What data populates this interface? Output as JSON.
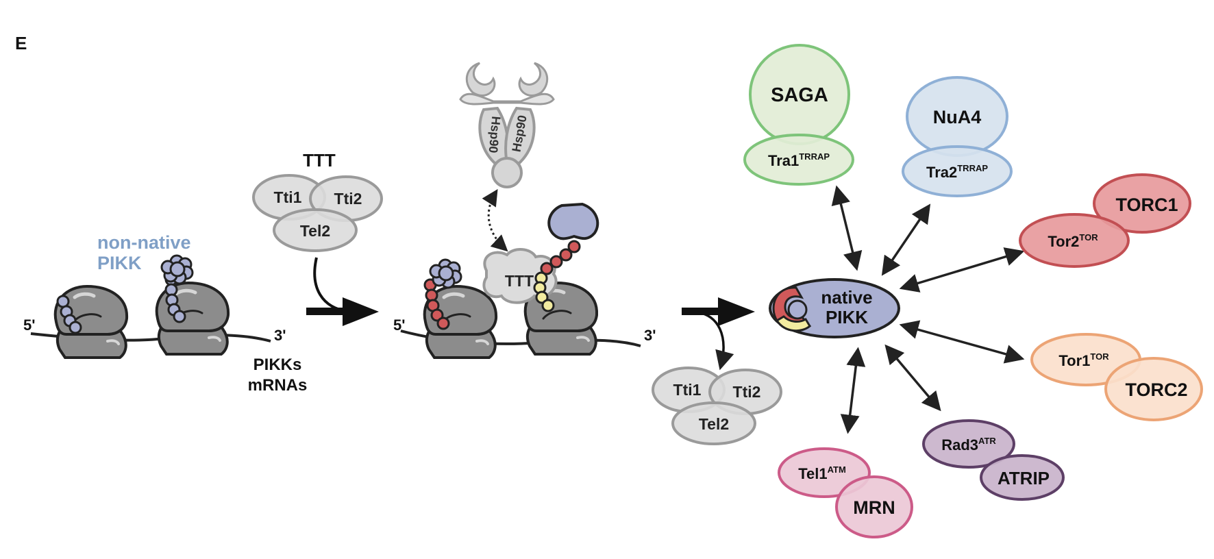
{
  "panel_label": "E",
  "colors": {
    "ribosome": "#8c8c8c",
    "protein_blue": "#aab0d2",
    "chain_red": "#d0595a",
    "chain_yellow": "#f2eba0",
    "ttt_fill": "#dcdcdc",
    "ttt_stroke": "#9a9a9a",
    "label_blue": "#7f9fc6"
  },
  "left": {
    "five_prime": "5'",
    "three_prime": "3'",
    "nonnative_line1": "non-native",
    "nonnative_line2": "PIKK",
    "mrna_line1": "PIKKs",
    "mrna_line2": "mRNAs"
  },
  "ttt_top": {
    "title": "TTT",
    "tti1": "Tti1",
    "tti2": "Tti2",
    "tel2": "Tel2"
  },
  "middle": {
    "five_prime": "5'",
    "three_prime": "3'",
    "ttt_label": "TTT",
    "hsp90_left": "Hsp90",
    "hsp90_right": "Hsp90"
  },
  "ttt_released": {
    "tti1": "Tti1",
    "tti2": "Tti2",
    "tel2": "Tel2"
  },
  "native": {
    "line1": "native",
    "line2": "PIKK"
  },
  "complexes": {
    "saga": {
      "name": "SAGA",
      "sub": "Tra1",
      "sup": "TRRAP",
      "fill": "#e2edd6",
      "stroke": "#7ec47a"
    },
    "nua4": {
      "name": "NuA4",
      "sub": "Tra2",
      "sup": "TRRAP",
      "fill": "#d6e2ee",
      "stroke": "#8fb0d6"
    },
    "torc1": {
      "name": "TORC1",
      "sub": "Tor2",
      "sup": "TOR",
      "fill": "#e79a9c",
      "stroke": "#c24f53"
    },
    "torc2": {
      "name": "TORC2",
      "sub": "Tor1",
      "sup": "TOR",
      "fill": "#fbe0cc",
      "stroke": "#eca475"
    },
    "atrip": {
      "name": "ATRIP",
      "sub": "Rad3",
      "sup": "ATR",
      "fill": "#c9b3cb",
      "stroke": "#5d3f66"
    },
    "mrn": {
      "name": "MRN",
      "sub": "Tel1",
      "sup": "ATM",
      "fill": "#ecc8d6",
      "stroke": "#cc5b88"
    }
  }
}
